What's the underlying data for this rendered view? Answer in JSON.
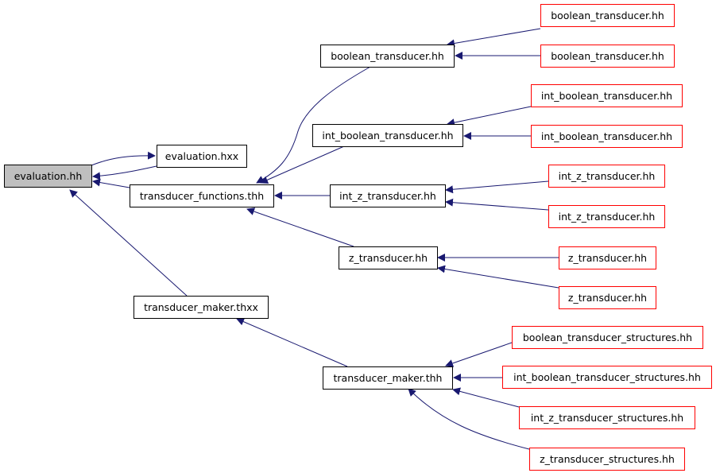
{
  "colors": {
    "edge": "#191970",
    "root_fill": "#bfbfbf",
    "external_border": "#ff0000",
    "internal_border": "#000000"
  },
  "nodes": {
    "evaluation_hh": "evaluation.hh",
    "evaluation_hxx": "evaluation.hxx",
    "transducer_functions_thh": "transducer_functions.thh",
    "transducer_maker_thxx": "transducer_maker.thxx",
    "boolean_transducer_hh": "boolean_transducer.hh",
    "int_boolean_transducer_hh": "int_boolean_transducer.hh",
    "int_z_transducer_hh": "int_z_transducer.hh",
    "z_transducer_hh": "z_transducer.hh",
    "transducer_maker_thh": "transducer_maker.thh",
    "ext_boolean_transducer_1": "boolean_transducer.hh",
    "ext_boolean_transducer_2": "boolean_transducer.hh",
    "ext_int_boolean_transducer_1": "int_boolean_transducer.hh",
    "ext_int_boolean_transducer_2": "int_boolean_transducer.hh",
    "ext_int_z_transducer_1": "int_z_transducer.hh",
    "ext_int_z_transducer_2": "int_z_transducer.hh",
    "ext_z_transducer_1": "z_transducer.hh",
    "ext_z_transducer_2": "z_transducer.hh",
    "ext_boolean_transducer_structures": "boolean_transducer_structures.hh",
    "ext_int_boolean_transducer_structures": "int_boolean_transducer_structures.hh",
    "ext_int_z_transducer_structures": "int_z_transducer_structures.hh",
    "ext_z_transducer_structures": "z_transducer_structures.hh"
  }
}
